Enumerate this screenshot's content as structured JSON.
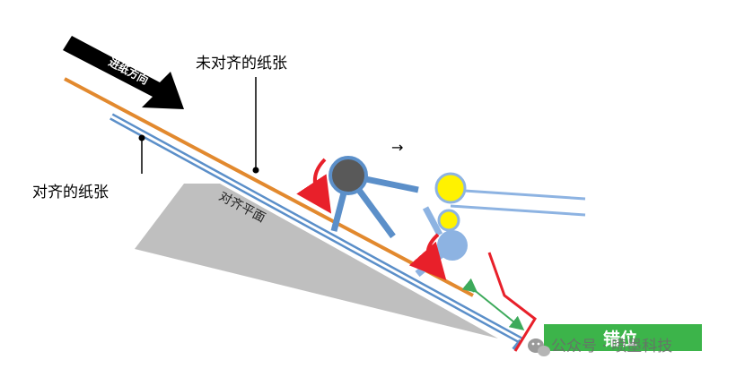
{
  "labels": {
    "feed_direction": "进纸方向",
    "unaligned_paper": "未对齐的纸张",
    "aligned_paper": "对齐的纸张",
    "alignment_plane": "对齐平面",
    "misalignment": "错位",
    "small_arrow": "→"
  },
  "watermark": {
    "icon": "wechat-icon",
    "text": "公众号 · 喷墨科技"
  },
  "colors": {
    "orange_paper": "#E2892E",
    "blue_paper": "#5B8FC9",
    "plane_gray": "#BFBFBF",
    "roller_dark": "#595959",
    "roller_yellow": "#FFF200",
    "roller_blue": "#8DB3E2",
    "rotation_red": "#E8202A",
    "dimension_green": "#3DAA5B",
    "badge_green": "#3CB44A"
  }
}
